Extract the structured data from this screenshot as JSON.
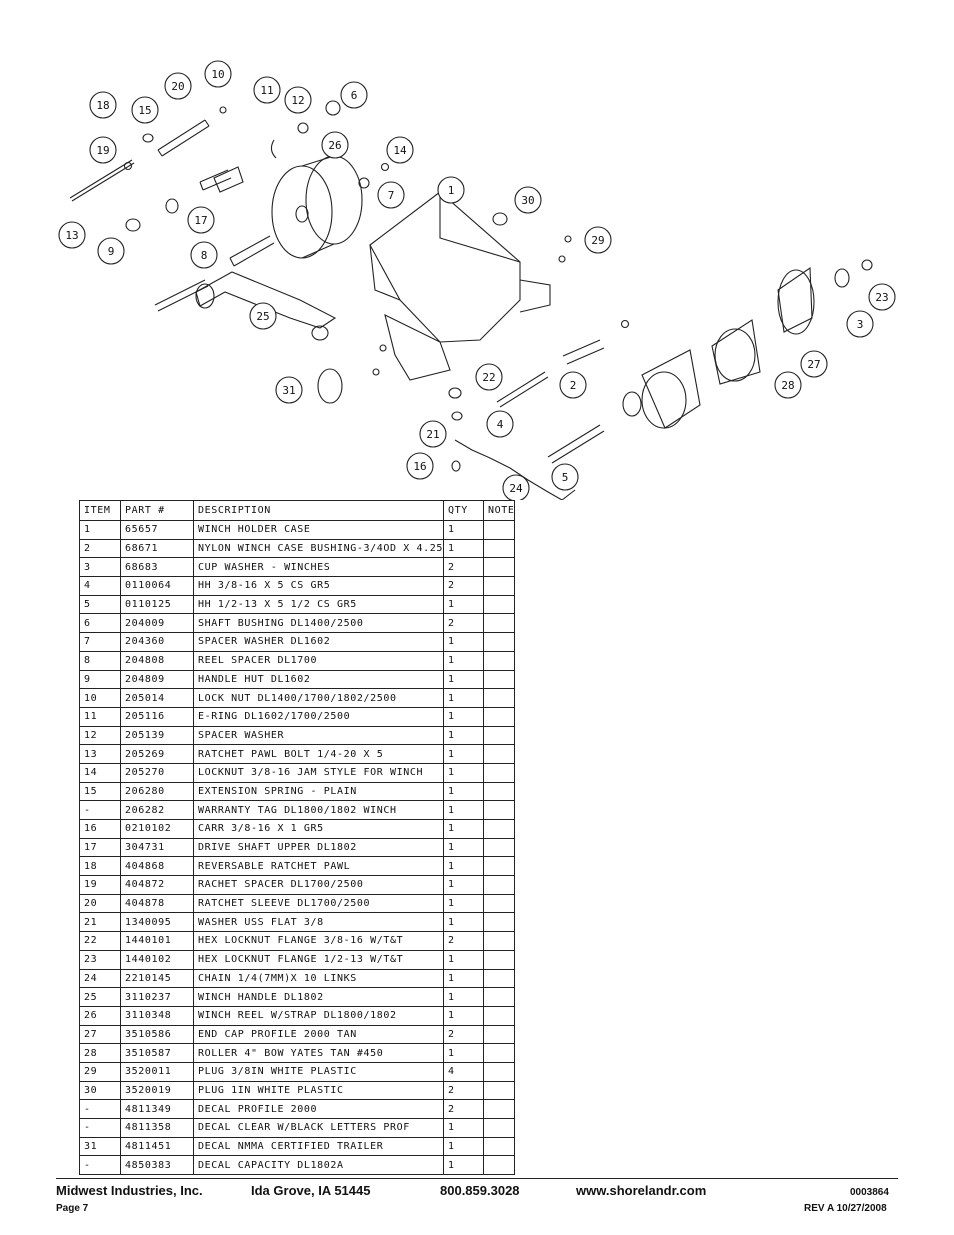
{
  "diagram": {
    "callouts": [
      "20",
      "10",
      "11",
      "18",
      "15",
      "12",
      "6",
      "19",
      "26",
      "14",
      "7",
      "1",
      "30",
      "13",
      "9",
      "17",
      "29",
      "8",
      "25",
      "23",
      "3",
      "27",
      "31",
      "22",
      "2",
      "28",
      "4",
      "21",
      "16",
      "5",
      "24"
    ]
  },
  "table": {
    "headers": [
      "ITEM",
      "PART #",
      "DESCRIPTION",
      "QTY",
      "NOTE"
    ],
    "rows": [
      [
        "1",
        "65657",
        "WINCH HOLDER CASE",
        "1",
        ""
      ],
      [
        "2",
        "68671",
        "NYLON WINCH CASE BUSHING-3/4OD X 4.25",
        "1",
        ""
      ],
      [
        "3",
        "68683",
        "CUP WASHER - WINCHES",
        "2",
        ""
      ],
      [
        "4",
        "0110064",
        "HH 3/8-16 X 5 CS GR5",
        "2",
        ""
      ],
      [
        "5",
        "0110125",
        "HH 1/2-13 X 5 1/2 CS GR5",
        "1",
        ""
      ],
      [
        "6",
        "204009",
        "SHAFT BUSHING  DL1400/2500",
        "2",
        ""
      ],
      [
        "7",
        "204360",
        "SPACER WASHER  DL1602",
        "1",
        ""
      ],
      [
        "8",
        "204808",
        "REEL SPACER  DL1700",
        "1",
        ""
      ],
      [
        "9",
        "204809",
        "HANDLE HUT  DL1602",
        "1",
        ""
      ],
      [
        "10",
        "205014",
        "LOCK NUT  DL1400/1700/1802/2500",
        "1",
        ""
      ],
      [
        "11",
        "205116",
        "E-RING DL1602/1700/2500",
        "1",
        ""
      ],
      [
        "12",
        "205139",
        "SPACER WASHER",
        "1",
        ""
      ],
      [
        "13",
        "205269",
        "RATCHET PAWL BOLT 1/4-20 X 5",
        "1",
        ""
      ],
      [
        "14",
        "205270",
        "LOCKNUT 3/8-16 JAM STYLE FOR WINCH",
        "1",
        ""
      ],
      [
        "15",
        "206280",
        "EXTENSION SPRING - PLAIN",
        "1",
        ""
      ],
      [
        "-",
        "206282",
        "WARRANTY TAG DL1800/1802 WINCH",
        "1",
        ""
      ],
      [
        "16",
        "0210102",
        "CARR 3/8-16 X 1 GR5",
        "1",
        ""
      ],
      [
        "17",
        "304731",
        "DRIVE SHAFT UPPER  DL1802",
        "1",
        ""
      ],
      [
        "18",
        "404868",
        "REVERSABLE RATCHET PAWL",
        "1",
        ""
      ],
      [
        "19",
        "404872",
        "RACHET SPACER  DL1700/2500",
        "1",
        ""
      ],
      [
        "20",
        "404878",
        "RATCHET SLEEVE  DL1700/2500",
        "1",
        ""
      ],
      [
        "21",
        "1340095",
        "WASHER USS FLAT 3/8",
        "1",
        ""
      ],
      [
        "22",
        "1440101",
        "HEX LOCKNUT FLANGE 3/8-16 W/T&T",
        "2",
        ""
      ],
      [
        "23",
        "1440102",
        "HEX LOCKNUT FLANGE 1/2-13 W/T&T",
        "1",
        ""
      ],
      [
        "24",
        "2210145",
        "CHAIN 1/4(7MM)X 10 LINKS",
        "1",
        ""
      ],
      [
        "25",
        "3110237",
        "WINCH HANDLE  DL1802",
        "1",
        ""
      ],
      [
        "26",
        "3110348",
        "WINCH REEL W/STRAP  DL1800/1802",
        "1",
        ""
      ],
      [
        "27",
        "3510586",
        "END CAP PROFILE 2000 TAN",
        "2",
        ""
      ],
      [
        "28",
        "3510587",
        "ROLLER 4\" BOW YATES TAN #450",
        "1",
        ""
      ],
      [
        "29",
        "3520011",
        "PLUG  3/8IN WHITE PLASTIC",
        "4",
        ""
      ],
      [
        "30",
        "3520019",
        "PLUG  1IN WHITE PLASTIC",
        "2",
        ""
      ],
      [
        "-",
        "4811349",
        "DECAL PROFILE 2000",
        "2",
        ""
      ],
      [
        "-",
        "4811358",
        "DECAL CLEAR W/BLACK LETTERS PROF",
        "1",
        ""
      ],
      [
        "31",
        "4811451",
        " DECAL NMMA CERTIFIED TRAILER",
        "1",
        ""
      ],
      [
        "-",
        "4850383",
        "DECAL CAPACITY DL1802A",
        "1",
        ""
      ]
    ]
  },
  "footer": {
    "company": "Midwest Industries, Inc.",
    "city": "Ida Grove, IA  51445",
    "phone": "800.859.3028",
    "website": "www.shorelandr.com",
    "doc_number": "0003864",
    "page": "Page 7",
    "revision": "REV A  10/27/2008"
  }
}
